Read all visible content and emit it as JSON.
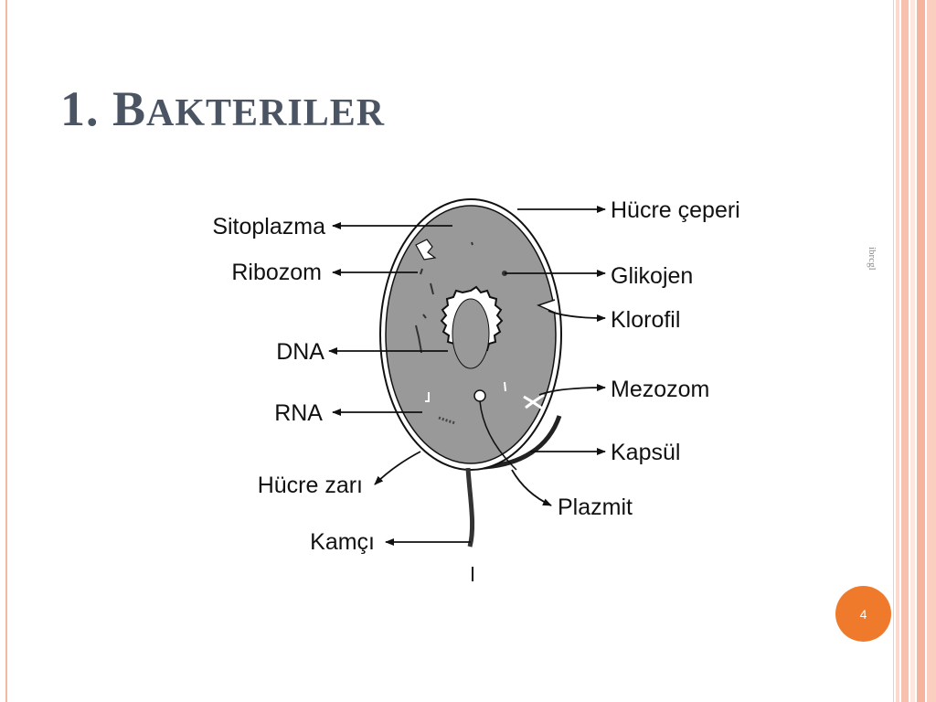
{
  "slide": {
    "title_number": "1.",
    "title_first": "B",
    "title_rest": "AKTERILER",
    "side_text": "ibrcgl",
    "page_number": "4"
  },
  "diagram": {
    "labels": {
      "sitoplazma": "Sitoplazma",
      "ribozom": "Ribozom",
      "dna": "DNA",
      "rna": "RNA",
      "hucre_zari": "Hücre zarı",
      "kamci": "Kamçı",
      "hucre_ceperi": "Hücre çeperi",
      "glikojen": "Glikojen",
      "klorofil": "Klorofil",
      "mezozom": "Mezozom",
      "kapsul": "Kapsül",
      "plazmit": "Plazmit"
    }
  },
  "colors": {
    "title": "#4b5463",
    "cytoplasm": "#999999",
    "badge": "#f07a2b",
    "frame": "#f4b9a2"
  }
}
